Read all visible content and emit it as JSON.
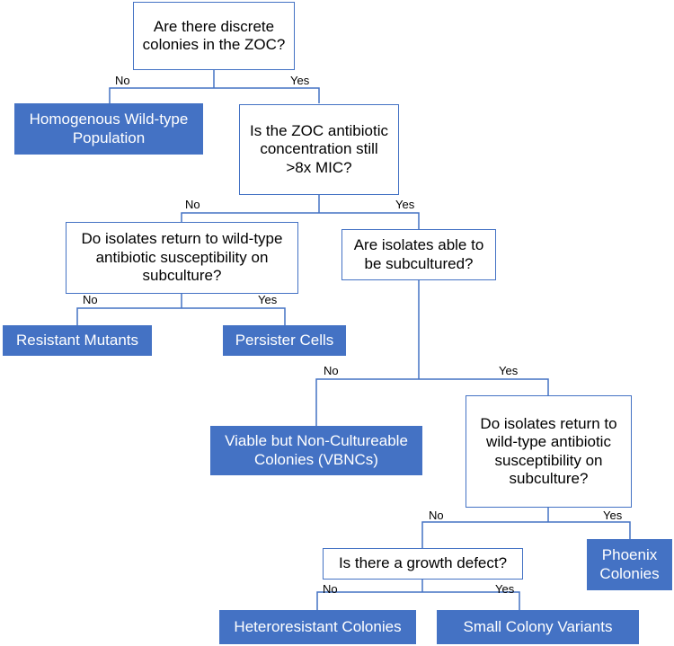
{
  "colors": {
    "accent": "#4472c4",
    "outcome_text": "#ffffff"
  },
  "questions": {
    "q1": "Are there discrete colonies in the ZOC?",
    "q2": "Is the ZOC antibiotic concentration still >8x MIC?",
    "q3": "Do isolates return to wild-type antibiotic susceptibility on subculture?",
    "q4": "Are isolates able to be subcultured?",
    "q5": "Do isolates return to wild-type antibiotic susceptibility on subculture?",
    "q6": "Is there a growth defect?"
  },
  "outcomes": {
    "homogenous": "Homogenous Wild-type Population",
    "resistant": "Resistant Mutants",
    "persister": "Persister Cells",
    "vbnc": "Viable but Non-Cultureable Colonies (VBNCs)",
    "phoenix": "Phoenix Colonies",
    "heteroresistant": "Heteroresistant Colonies",
    "scv": "Small Colony Variants"
  },
  "branch_labels": {
    "no": "No",
    "yes": "Yes"
  }
}
